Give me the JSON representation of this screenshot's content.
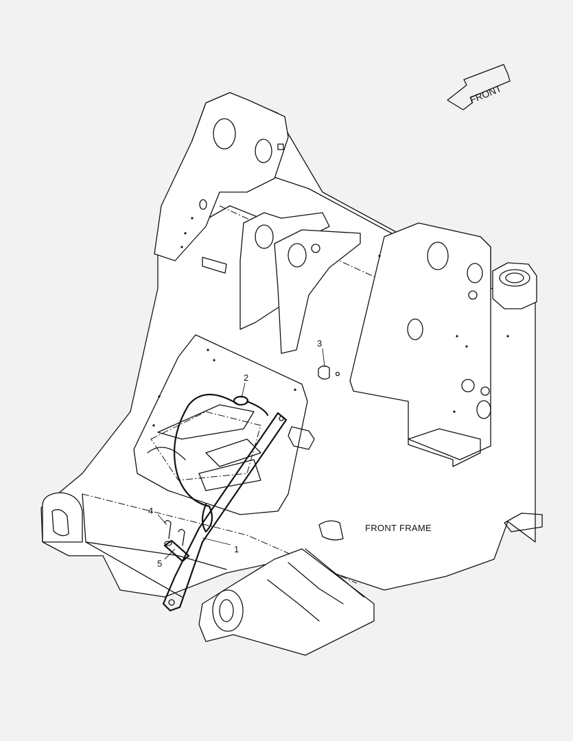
{
  "orientation": {
    "label": "FRONT",
    "icon": "arrow-left-icon"
  },
  "assembly_label": "FRONT FRAME",
  "callouts": [
    {
      "id": "1",
      "text": "1"
    },
    {
      "id": "2",
      "text": "2"
    },
    {
      "id": "3",
      "text": "3"
    },
    {
      "id": "4",
      "text": "4"
    },
    {
      "id": "5",
      "text": "5"
    }
  ]
}
